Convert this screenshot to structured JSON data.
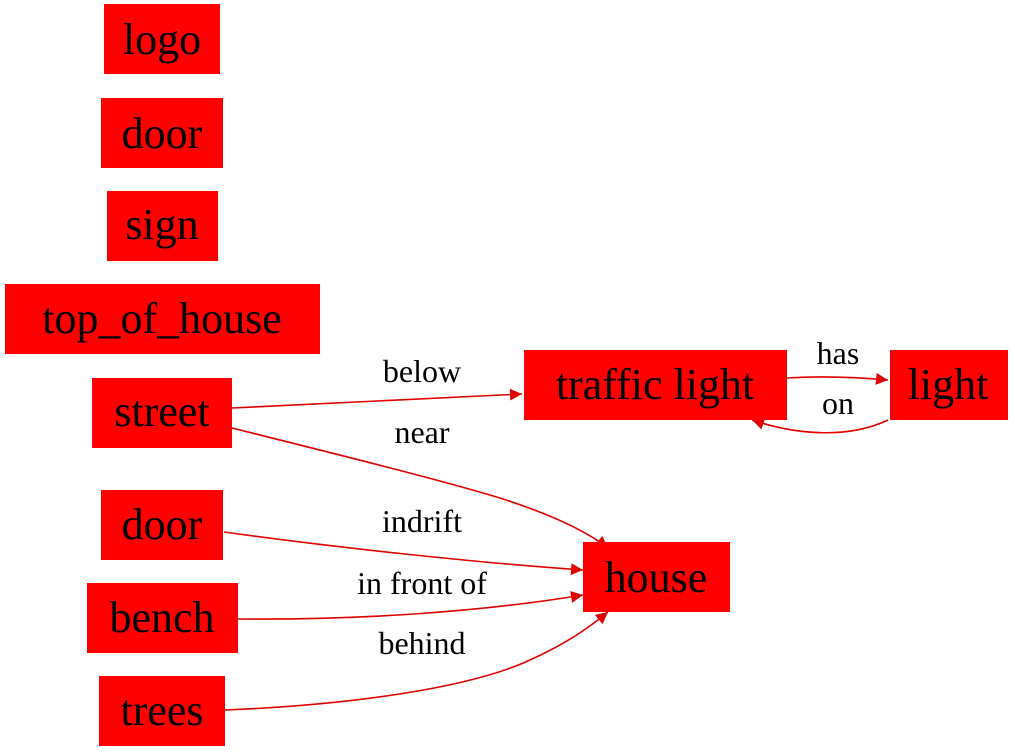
{
  "colors": {
    "node_fill": "#ff0000",
    "edge": "#e00000",
    "text": "#000000"
  },
  "nodes": [
    {
      "id": "logo",
      "label": "logo"
    },
    {
      "id": "door_top",
      "label": "door"
    },
    {
      "id": "sign",
      "label": "sign"
    },
    {
      "id": "top_of_house",
      "label": "top_of_house"
    },
    {
      "id": "street",
      "label": "street"
    },
    {
      "id": "door",
      "label": "door"
    },
    {
      "id": "bench",
      "label": "bench"
    },
    {
      "id": "trees",
      "label": "trees"
    },
    {
      "id": "traffic_light",
      "label": "traffic light"
    },
    {
      "id": "light",
      "label": "light"
    },
    {
      "id": "house",
      "label": "house"
    }
  ],
  "edges": [
    {
      "from": "street",
      "to": "traffic_light",
      "label": "below"
    },
    {
      "from": "street",
      "to": "house",
      "label": "near"
    },
    {
      "from": "door",
      "to": "house",
      "label": "indrift"
    },
    {
      "from": "bench",
      "to": "house",
      "label": "in front of"
    },
    {
      "from": "trees",
      "to": "house",
      "label": "behind"
    },
    {
      "from": "traffic_light",
      "to": "light",
      "label": "has"
    },
    {
      "from": "light",
      "to": "traffic_light",
      "label": "on"
    }
  ]
}
